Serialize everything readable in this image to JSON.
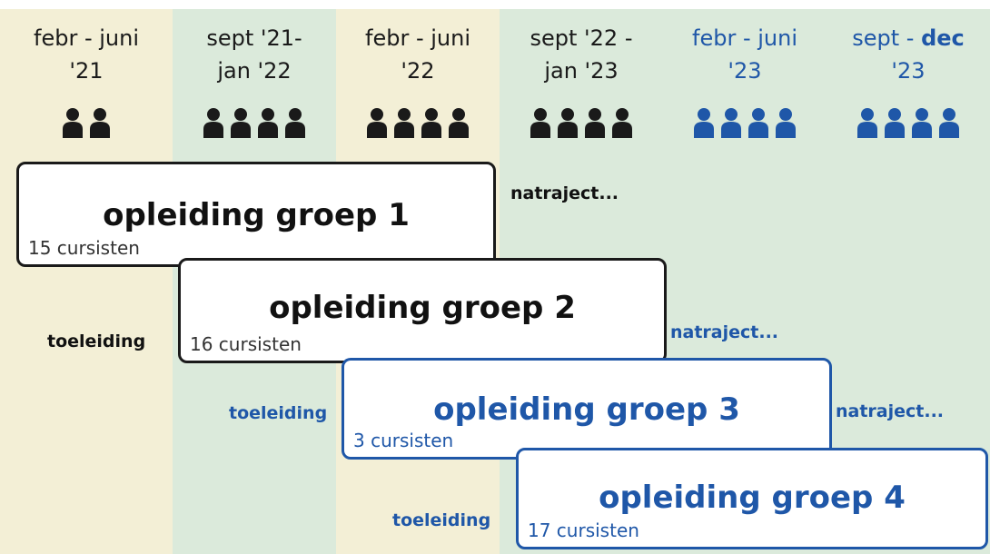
{
  "periods": [
    {
      "line1": "febr - juni",
      "line2": "'21",
      "people": 2
    },
    {
      "line1": "sept '21-",
      "line2": "jan '22",
      "people": 4
    },
    {
      "line1": "febr - juni",
      "line2": "'22",
      "people": 4
    },
    {
      "line1": "sept '22 -",
      "line2": "jan '23",
      "people": 4
    },
    {
      "line1": "febr - juni",
      "line2": "'23",
      "people": 4
    },
    {
      "line1_prefix": "sept - ",
      "line1_bold": "dec",
      "line2": "'23",
      "people": 4
    }
  ],
  "groups": [
    {
      "title": "opleiding groep 1",
      "count": "15 cursisten",
      "toeleiding": "",
      "natraject": "natraject..."
    },
    {
      "title": "opleiding groep 2",
      "count": "16 cursisten",
      "toeleiding": "toeleiding",
      "natraject": "natraject..."
    },
    {
      "title": "opleiding groep 3",
      "count": "3 cursisten",
      "toeleiding": "toeleiding",
      "natraject": "natraject..."
    },
    {
      "title": "opleiding groep 4",
      "count": "17 cursisten",
      "toeleiding": "toeleiding",
      "natraject": ""
    }
  ],
  "colors": {
    "beige": "#f3efd6",
    "green": "#dbeadb",
    "black": "#1a1a1a",
    "blue": "#1f57a8"
  },
  "icons": {
    "people": "person-icon"
  }
}
